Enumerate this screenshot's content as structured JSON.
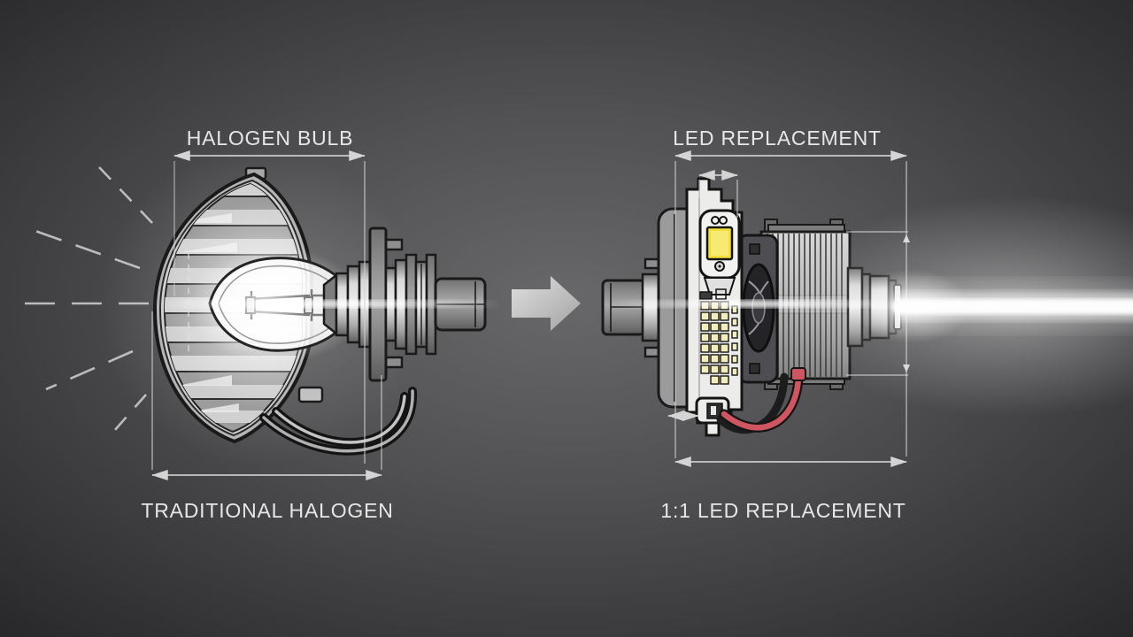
{
  "panels": {
    "halogen": {
      "dimension_label": "HALOGEN BULB",
      "caption": "TRADITIONAL HALOGEN"
    },
    "led": {
      "dimension_label": "LED REPLACEMENT",
      "caption": "1:1 LED REPLACEMENT"
    }
  },
  "colors": {
    "background_center": "#68686a",
    "background_edge": "#232325",
    "label_text": "#e6e6e6",
    "dimension_line": "#d4d4d4",
    "illustration_outline": "#1a1a1a",
    "led_chip_yellow": "#f2df39",
    "led_grid_yellow": "#f3edbc",
    "wire_red": "#cf5660",
    "beam_white": "#ffffff"
  }
}
